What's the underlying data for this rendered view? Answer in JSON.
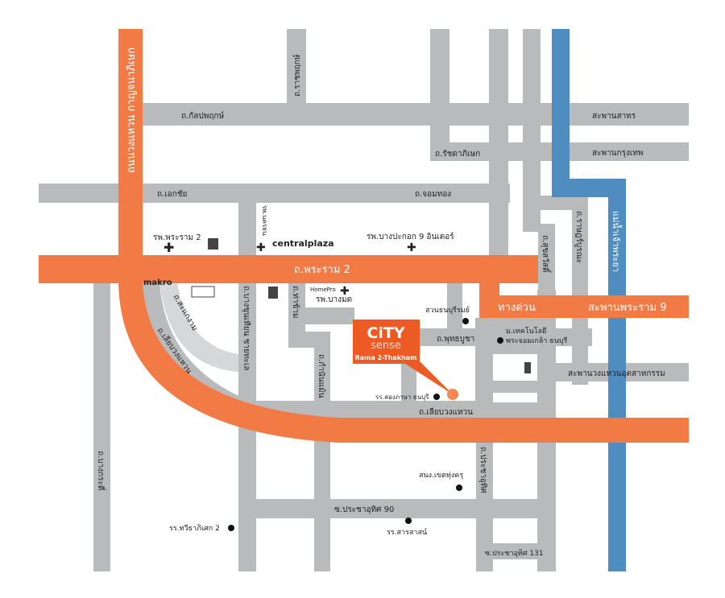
{
  "colors": {
    "highway": "#f27b45",
    "road": "#b9babc",
    "light_road": "#d6d7d9",
    "river": "#4f8dc0",
    "brand": "#ee5a24"
  },
  "roads": {
    "kanchanaphisek": "ถนนวงแหวน กาญจนาภิเษก",
    "kanlapaphruek": "ถ.กัลปพฤกษ์",
    "ratchaphruek": "ถ.ราชพฤกษ์",
    "ratchadaphisek": "ถ.รัชดาภิเษก",
    "sathorn_bridge": "สะพานสาทร",
    "krungthep_bridge": "สะพานกรุงเทพ",
    "ekkachai": "ถ.เอกชัย",
    "chomthong": "ถ.จอมทอง",
    "rama2": "ถ.พระราม 2",
    "sakae_ngam": "ถ.สะแกงาม",
    "liap_wongwaen_curve": "ถ.เลียบวงแหวน",
    "bangkhunthian": "ถ.บางขุนเทียน ชายทะเล",
    "thakham": "ถ.ท่าข้าม",
    "kamnan_maen": "ถ.กำนันแม้น",
    "bangkradi": "ถ.บางกระดี่",
    "suksawat": "ถ.สุขสวัสดิ์",
    "ratburana": "ถ.ราษฎร์บูรณะ",
    "river": "แม่น้ำเจ้าพระยา",
    "expressway": "ทางด่วน",
    "rama9_bridge": "สะพานพระราม 9",
    "phutthabucha": "ถ.พุทธบูชา",
    "industrial_ring_bridge": "สะพานวงแหวนอุตสาหกรรม",
    "liap_wongwaen": "ถ.เลียบวงแหวน",
    "prachauthit": "ถ.ประชาอุทิศ",
    "soi90": "ซ.ประชาอุทิศ 90",
    "soi131": "ซ.ประชาอุทิศ 131"
  },
  "places": {
    "rama2_hospital": "รพ.พระราม 2",
    "nakornthon_hospital": "รพ.นครธน",
    "central_plaza": "centralplaza",
    "bangpakok_hospital": "รพ.บางปะกอก 9 อินเตอร์",
    "makro": "makro",
    "homepro": "HomePro",
    "bangmod_hospital": "รพ.บางมด",
    "thonburirom_park": "สวนธนบุรีรมย์",
    "kmutt": "ม.เทคโนโลยี",
    "kmutt2": "พระจอมเกล้า ธนบุรี",
    "school_bilingual": "รร.สองภาษา ธนบุรี",
    "thungkhru_office": "สนง.เขตทุ่งครุ",
    "sarasas_school": "รร.สารสาสน์",
    "thawee_school": "รร.ทวีธาภิเศก 2"
  },
  "project": {
    "brand_top": "CiTY",
    "brand_bottom": "sense",
    "subtitle": "Rama 2-Thakham"
  }
}
